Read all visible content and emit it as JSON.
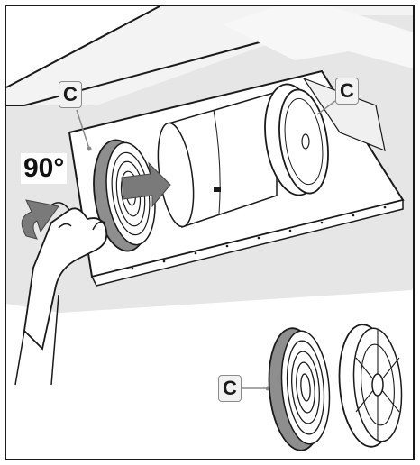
{
  "figure": {
    "callouts": [
      {
        "id": "filter-mount-top-left",
        "label": "C"
      },
      {
        "id": "filter-mount-top-right",
        "label": "C"
      },
      {
        "id": "filter-detail",
        "label": "C"
      }
    ],
    "rotation_label": "90°"
  },
  "colors": {
    "outline": "#1a1a1a",
    "hood_shade": "#e3e3e3",
    "arrow_fill": "#7a7a7a",
    "callout_border": "#8a8a8a",
    "callout_bg": "#f2f2f2"
  }
}
